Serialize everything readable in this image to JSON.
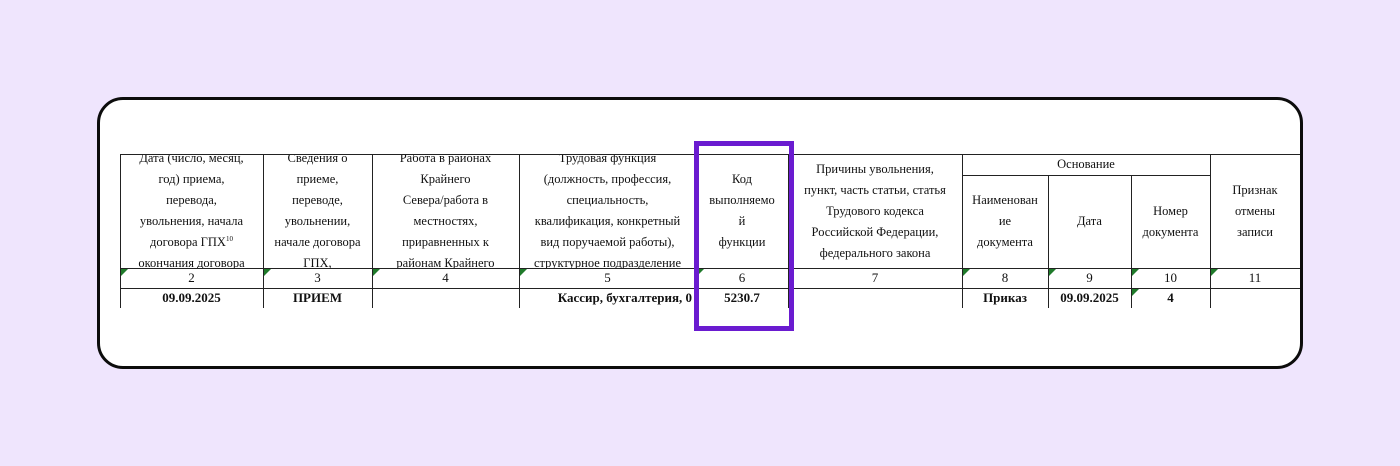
{
  "table": {
    "headers": {
      "col2": [
        "Дата (число, месяц,",
        "год) приема,",
        "перевода,",
        "увольнения, начала",
        "договора ГПХ",
        "окончания договора"
      ],
      "col2_sup": "10",
      "col3": [
        "Сведения о",
        "приеме,",
        "переводе,",
        "увольнении,",
        "начале договора",
        "ГПХ,"
      ],
      "col4": [
        "Работа в районах",
        "Крайнего",
        "Севера/работа в",
        "местностях,",
        "приравненных к",
        "районам Крайнего"
      ],
      "col5": [
        "Трудовая функция",
        "(должность, профессия,",
        "специальность,",
        "квалификация, конкретный",
        "вид поручаемой работы),",
        "структурное подразделение"
      ],
      "col6": [
        "Код",
        "выполняемо",
        "й",
        "функции"
      ],
      "col7": [
        "Причины увольнения,",
        "пункт, часть статьи, статья",
        "Трудового кодекса",
        "Российской Федерации,",
        "федерального закона"
      ],
      "basis_group": "Основание",
      "col8": [
        "Наименован",
        "ие",
        "документа"
      ],
      "col9": [
        "Дата"
      ],
      "col10": [
        "Номер",
        "документа"
      ],
      "col11": [
        "Признак",
        "отмены",
        "записи"
      ]
    },
    "column_numbers": [
      "2",
      "3",
      "4",
      "5",
      "6",
      "7",
      "8",
      "9",
      "10",
      "11"
    ],
    "row": {
      "date": "09.09.2025",
      "info": "ПРИЕМ",
      "north": "",
      "function": "Кассир, бухгалтерия, 0",
      "code": "5230.7",
      "reasons": "",
      "doc_name": "Приказ",
      "doc_date": "09.09.2025",
      "doc_number": "4",
      "cancel": ""
    }
  },
  "colors": {
    "background": "#efe5fd",
    "highlight": "#6a1bd0",
    "cell_marker": "#1f7a2a"
  }
}
